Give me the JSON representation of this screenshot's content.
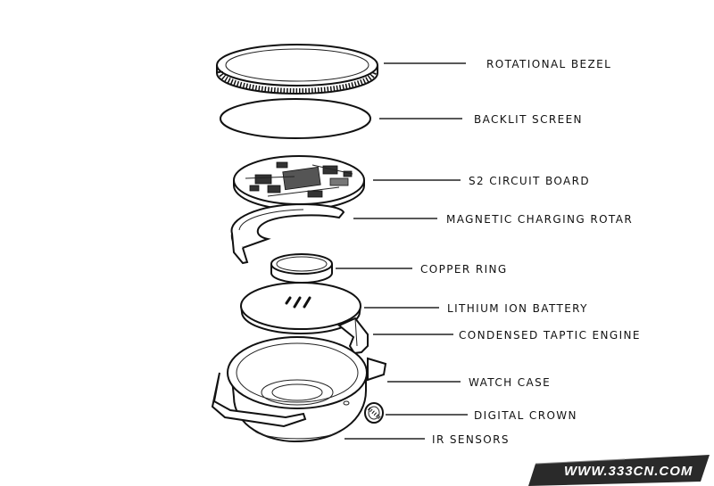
{
  "labels": {
    "rotational_bezel": "ROTATIONAL BEZEL",
    "backlit_screen": "BACKLIT SCREEN",
    "circuit_board": "S2 CIRCUIT BOARD",
    "charging_rotar": "MAGNETIC CHARGING ROTAR",
    "copper_ring": "COPPER RING",
    "battery": "LITHIUM ION BATTERY",
    "taptic_engine": "CONDENSED TAPTIC ENGINE",
    "watch_case": "WATCH CASE",
    "digital_crown": "DIGITAL CROWN",
    "ir_sensors": "IR SENSORS"
  },
  "watermark": "WWW.333CN.COM"
}
